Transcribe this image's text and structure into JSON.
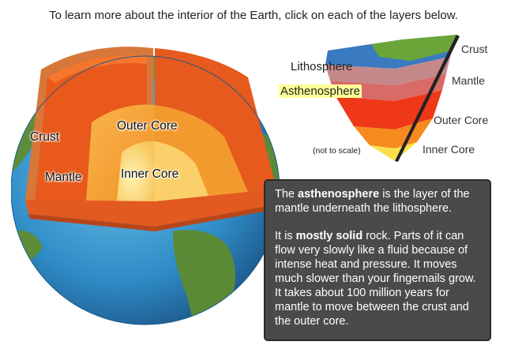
{
  "instruction": "To learn more about the interior of the Earth, click on each of the layers below.",
  "globe": {
    "crust_label": "Crust",
    "mantle_label": "Mantle",
    "outer_core_label": "Outer Core",
    "inner_core_label": "Inner Core"
  },
  "wedge": {
    "lithosphere_label": "Lithosphere",
    "asthenosphere_label": "Asthenosphere",
    "scale_note": "(not to scale)",
    "crust_label": "Crust",
    "mantle_label": "Mantle",
    "outer_core_label": "Outer Core",
    "inner_core_label": "Inner Core",
    "selected_layer": "Asthenosphere"
  },
  "info": {
    "p1_pre": "The ",
    "p1_bold": "asthenosphere",
    "p1_post": " is the layer of the mantle underneath the lithosphere.",
    "p2_pre": "It is ",
    "p2_bold": "mostly solid",
    "p2_post": " rock. Parts of it can flow very slowly like a fluid because of intense heat and pressure. It moves much slower than your fingernails grow.  It takes about 100 million years for mantle to move between the crust and the outer core."
  },
  "colors": {
    "ocean": "#3a96cc",
    "land": "#5a8a3a",
    "crust": "#d8773a",
    "mantle": "#e85a1c",
    "outer_core": "#f5a33a",
    "inner_core": "#fbd36b",
    "info_bg": "#4a4a4a",
    "highlight": "#ffff99"
  }
}
